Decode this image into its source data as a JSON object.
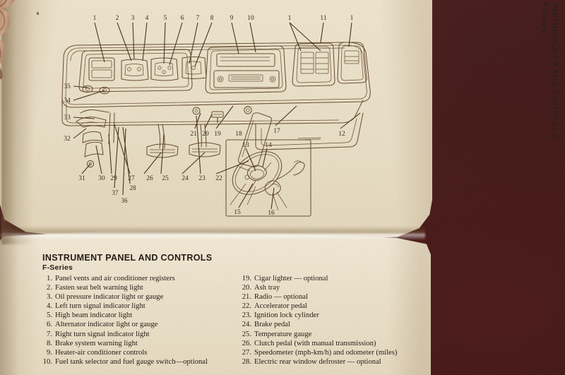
{
  "scene": {
    "background_color": "#46181a",
    "paper_color": "#ece2cc",
    "ink_color": "#4a3a28"
  },
  "running_head": {
    "title": "INSTRUMENTS AND CONTROLS",
    "subtitle": "F-Series"
  },
  "diagram": {
    "caption_alt": "Instrument panel line drawing with numbered callouts",
    "callouts_top": [
      "1",
      "2",
      "3",
      "4",
      "5",
      "6",
      "7",
      "8",
      "9",
      "10",
      "1",
      "11",
      "1"
    ],
    "callouts_left": [
      "35",
      "34",
      "33",
      "32"
    ],
    "callouts_bottom": [
      "31",
      "30",
      "29",
      "27",
      "26",
      "25",
      "24",
      "23",
      "22",
      "21",
      "20",
      "19",
      "18",
      "17",
      "12"
    ],
    "callouts_bottom_lower": [
      "37",
      "28",
      "36"
    ],
    "inset": {
      "label_alt": "Steering wheel and column detail",
      "callouts": [
        "13",
        "14",
        "15",
        "16"
      ]
    }
  },
  "list": {
    "title": "INSTRUMENT PANEL AND CONTROLS",
    "subtitle": "F-Series",
    "left_column": [
      {
        "num": "1.",
        "text": "Panel vents and air conditioner registers"
      },
      {
        "num": "2.",
        "text": "Fasten seat belt warning light"
      },
      {
        "num": "3.",
        "text": "Oil pressure indicator light or gauge"
      },
      {
        "num": "4.",
        "text": "Left turn signal indicator light"
      },
      {
        "num": "5.",
        "text": "High beam indicator light"
      },
      {
        "num": "6.",
        "text": "Alternator indicator light or gauge"
      },
      {
        "num": "7.",
        "text": "Right turn signal indicator light"
      },
      {
        "num": "8.",
        "text": "Brake system warning light"
      },
      {
        "num": "9.",
        "text": "Heater-air conditioner controls"
      },
      {
        "num": "10.",
        "text": "Fuel tank selector and fuel gauge switch—optional"
      }
    ],
    "right_column": [
      {
        "num": "19.",
        "text": "Cigar lighter — optional"
      },
      {
        "num": "20.",
        "text": "Ash tray"
      },
      {
        "num": "21.",
        "text": "Radio — optional"
      },
      {
        "num": "22.",
        "text": "Accelerator pedal"
      },
      {
        "num": "23.",
        "text": "Ignition lock cylinder"
      },
      {
        "num": "24.",
        "text": "Brake pedal"
      },
      {
        "num": "25.",
        "text": "Temperature gauge"
      },
      {
        "num": "26.",
        "text": "Clutch pedal (with manual transmission)"
      },
      {
        "num": "27.",
        "text": "Speedometer (mph-km/h) and odometer (miles)"
      },
      {
        "num": "28.",
        "text": "Electric rear window defroster — optional"
      }
    ]
  }
}
